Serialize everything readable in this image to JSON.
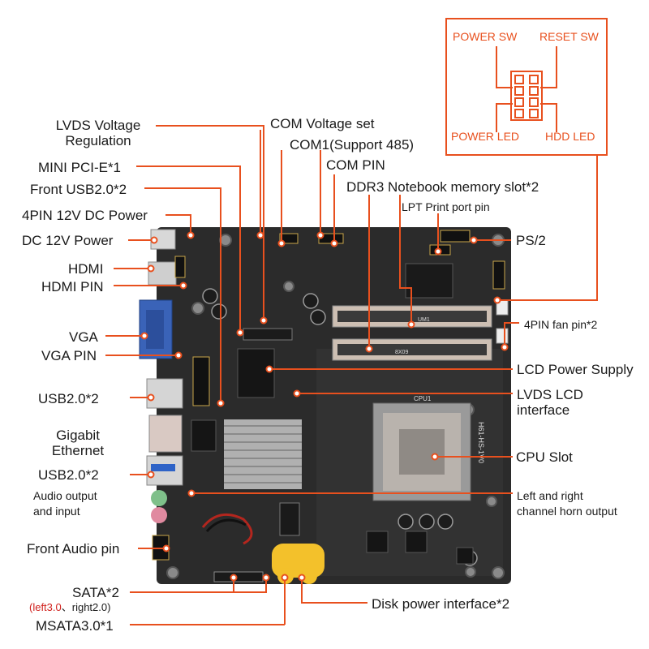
{
  "labels": {
    "lvds_voltage_1": "LVDS Voltage",
    "lvds_voltage_2": "Regulation",
    "com_voltage": "COM Voltage set",
    "com1": "COM1(Support 485)",
    "com_pin": "COM PIN",
    "ddr3": "DDR3 Notebook memory slot*2",
    "lpt": "LPT Print port pin",
    "mini_pcie": "MINI PCI-E*1",
    "front_usb": "Front USB2.0*2",
    "dc_4pin": "4PIN 12V DC Power",
    "dc_power": "DC 12V Power",
    "ps2": "PS/2",
    "hdmi": "HDMI",
    "hdmi_pin": "HDMI PIN",
    "fan": "4PIN fan pin*2",
    "vga": "VGA",
    "vga_pin": "VGA PIN",
    "lcd_power": "LCD Power Supply",
    "usb_1": "USB2.0*2",
    "lvds_lcd_1": "LVDS LCD",
    "lvds_lcd_2": "interface",
    "gigabit_1": "Gigabit",
    "gigabit_2": "Ethernet",
    "cpu_slot": "CPU Slot",
    "usb_2": "USB2.0*2",
    "audio_1": "Audio output",
    "audio_2": "and input",
    "horn_1": "Left and right",
    "horn_2": "channel horn output",
    "front_audio": "Front Audio pin",
    "sata": "SATA*2",
    "sata_note_left": "(left3.0",
    "sata_note_right": "、right2.0)",
    "disk_power": "Disk power interface*2",
    "msata": "MSATA3.0*1"
  },
  "header_box": {
    "power_sw": "POWER SW",
    "reset_sw": "RESET SW",
    "power_led": "POWER LED",
    "hdd_led": "HDD  LED"
  },
  "board": {
    "cpu_label": "CPU1",
    "model_text": "H61-HS-1V0",
    "memory_text": "8X09",
    "memory_text_2": "UM1"
  },
  "colors": {
    "accent": "#e8501e",
    "text": "#1a1a1a",
    "note_red": "#d0201c",
    "pcb": "#2b2b2b"
  }
}
